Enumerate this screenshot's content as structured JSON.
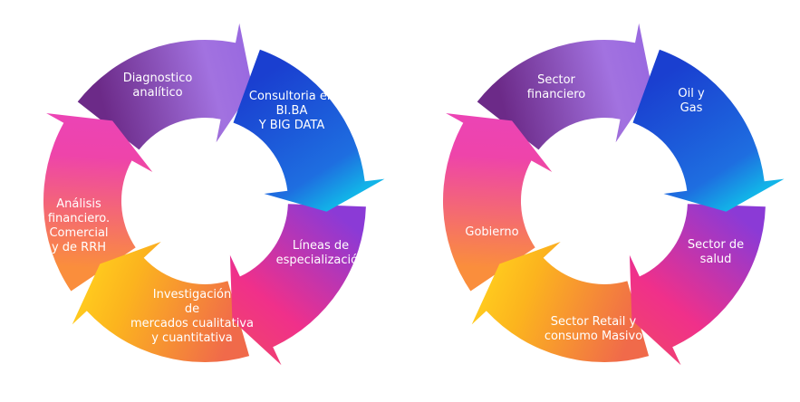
{
  "diagrams": [
    {
      "segments": [
        {
          "label": "Consultoria en\nBI.BA\n    Y BIG DATA",
          "color_from": "#1a3fd0",
          "color_to": "#1e6ee0",
          "tip_color": "#12b4e8"
        },
        {
          "label": "Líneas de\nespecialización",
          "color_from": "#8b3ad6",
          "color_to": "#f0308a",
          "tip_color": "#f03c78"
        },
        {
          "label": "Investigación\nde\nmercados cualitativa\ny cuantitativa",
          "color_from": "#f06a4a",
          "color_to": "#fcb41e",
          "tip_color": "#ffc81e"
        },
        {
          "label": "Análisis\nfinanciero.\nComercial\ny de RRH",
          "color_from": "#fa8e3c",
          "color_to": "#ee44aa",
          "tip_color": "#ec44b4"
        },
        {
          "label": "Diagnostico\nanalítico",
          "color_from": "#6c2a88",
          "color_to": "#a272e0",
          "tip_color": "#9a6ae0"
        }
      ]
    },
    {
      "segments": [
        {
          "label": "Oil  y\nGas",
          "color_from": "#1a3fd0",
          "color_to": "#1e6ee0",
          "tip_color": "#12b4e8"
        },
        {
          "label": "Sector de\nsalud",
          "color_from": "#8b3ad6",
          "color_to": "#f0308a",
          "tip_color": "#f03c78"
        },
        {
          "label": "Sector Retail y\nconsumo Masivo",
          "color_from": "#f06a4a",
          "color_to": "#fcb41e",
          "tip_color": "#ffc81e"
        },
        {
          "label": "Gobierno",
          "color_from": "#fa8e3c",
          "color_to": "#ee44aa",
          "tip_color": "#ec44b4"
        },
        {
          "label": "Sector\nfinanciero",
          "color_from": "#6c2a88",
          "color_to": "#a272e0",
          "tip_color": "#9a6ae0"
        }
      ]
    }
  ]
}
